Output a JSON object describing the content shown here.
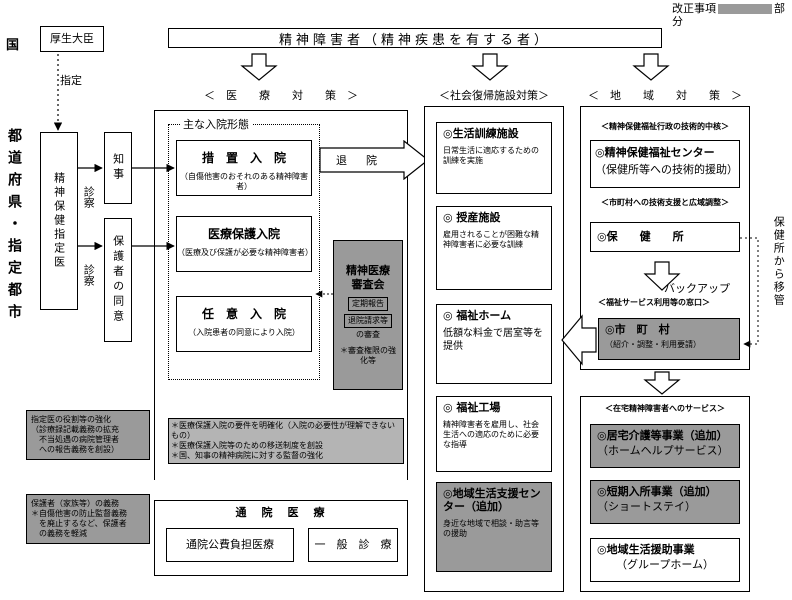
{
  "legend": {
    "label": "改正事項",
    "suffix": "部分",
    "swatch_color": "#9a9a9a"
  },
  "levels": {
    "national": "国",
    "prefecture": "都道府県・指定都市"
  },
  "minister": "厚生大臣",
  "designation": "指定",
  "designated_doctor": "精神保健指定医",
  "exam1": "診察",
  "exam2": "診察",
  "governor": "知事",
  "guardian_consent": "保護者の同意",
  "top_banner": "精神障害者（精神疾患を有する者）",
  "headers": {
    "medical": "＜　医　　療　　対　　策　＞",
    "social": "＜社会復帰施設対策＞",
    "regional": "＜　地　　域　　対　　策　＞"
  },
  "admission": {
    "title": "主な入院形態",
    "items": [
      {
        "name": "措　置　入　院",
        "note": "（自傷他害のおそれのある精神障害者）"
      },
      {
        "name": "医療保護入院",
        "note": "（医療及び保護が必要な精神障害者）"
      },
      {
        "name": "任　意　入　院",
        "note": "（入院患者の同意により入院）"
      }
    ]
  },
  "discharge": "退　院",
  "review_board": {
    "title": "精神医療審査会",
    "l1": "定期報告",
    "l2": "退院請求等",
    "l3": "の審査",
    "note": "＊審査権限の強化等"
  },
  "medical_notes": [
    "＊医療保護入院の要件を明確化（入院の必要性が理解できないもの）",
    "＊医療保護入院等のための移送制度を創設",
    "＊国、知事の精神病院に対する監督の強化"
  ],
  "notes_doctor": [
    "指定医の役割等の強化",
    "（診療録記載義務の拡充",
    "　不当処遇の病院管理者",
    "　への報告義務を創設）"
  ],
  "notes_guardian": [
    "保護者（家族等）の義務",
    "＊自傷他害の防止監督義務",
    "　を廃止するなど、保護者",
    "　の義務を軽減"
  ],
  "outpatient": {
    "title": "通　院　医　療",
    "a": "通院公費負担医療",
    "b": "一　般　診　療"
  },
  "social": [
    {
      "title": "◎生活訓練施設",
      "desc": "日常生活に適応するための訓練を実施"
    },
    {
      "title": "◎ 授産施設",
      "desc": "雇用されることが困難な精神障害者に必要な訓練"
    },
    {
      "title": "◎ 福祉ホーム",
      "desc": "低額な料金で居室等を提供"
    },
    {
      "title": "◎ 福祉工場",
      "desc": "精神障害者を雇用し、社会生活への適応のために必要な指導"
    },
    {
      "title": "◎地域生活支援センター（追加）",
      "desc": "身近な地域で相談・助言等の援助"
    }
  ],
  "regional": {
    "tech_label": "＜精神保健福祉行政の技術的中核＞",
    "center": "◎精神保健福祉センター",
    "center_sub": "（保健所等への技術的援助）",
    "muni_label": "＜市町村への技術支援と広域調整＞",
    "hc": "◎保　　健　　所",
    "transfer": "保健所から移管",
    "backup": "バックアップ",
    "window_label": "＜福祉サービス利用等の窓口＞",
    "town": "◎市　町　村",
    "town_sub": "（紹介・調整・利用要請）",
    "home_label": "＜在宅精神障害者へのサービス＞",
    "services": [
      {
        "title": "◎居宅介護等事業（追加）",
        "sub": "（ホームヘルプサービス）"
      },
      {
        "title": "◎短期入所事業（追加）",
        "sub": "（ショートステイ）"
      },
      {
        "title": "◎地域生活援助事業",
        "sub": "（グループホーム）"
      }
    ]
  }
}
